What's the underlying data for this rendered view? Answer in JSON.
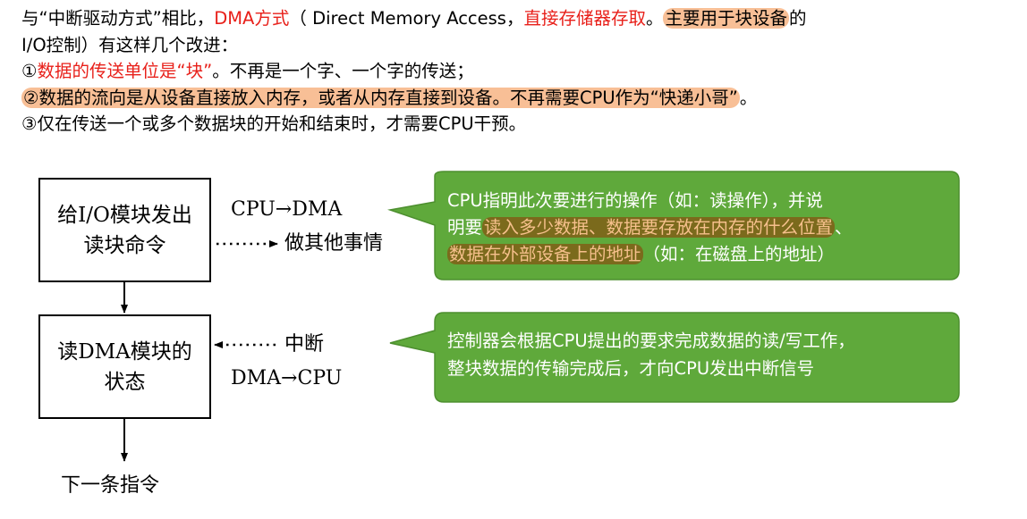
{
  "intro": {
    "lead": "与“中断驱动方式”相比，",
    "dma_term": "DMA方式",
    "paren_open": "（ Direct Memory Access，",
    "dma_meaning": "直接存储器存取",
    "period": "。",
    "main_use": "主要用于块设备",
    "tail": "的",
    "line2": "I/O控制）有这样几个改进："
  },
  "points": [
    {
      "marker": "①",
      "highlight": "数据的传送单位是“块”",
      "rest": "。不再是一个字、一个字的传送；"
    },
    {
      "text": "②数据的流向是从设备直接放入内存，或者从内存直接到设备。不再需要CPU作为“快递小哥”",
      "end": "。"
    },
    {
      "text": "③仅在传送一个或多个数据块的开始和结束时，才需要CPU干预。"
    }
  ],
  "flow": {
    "box1": {
      "line1": "给I/O模块发出",
      "line2": "读块命令"
    },
    "box2": {
      "line1": "读DMA模块的",
      "line2": "状态"
    },
    "cpu_to_dma": "CPU→DMA",
    "do_other": "做其他事情",
    "interrupt": "中断",
    "dma_to_cpu": "DMA→CPU",
    "next": "下一条指令"
  },
  "callouts": {
    "top": {
      "l1": "CPU指明此次要进行的操作（如：读操作），并说",
      "l2_pre": "明要",
      "l2_hl": "读入多少数据、数据要存放在内存的什么位置",
      "l2_post": "、",
      "l3_hl": "数据在外部设备上的地址",
      "l3_post": "（如：在磁盘上的地址）"
    },
    "bottom": {
      "l1": "控制器会根据CPU提出的要求完成数据的读/写工作，",
      "l2": "整块数据的传输完成后，才向CPU发出中断信号"
    }
  },
  "colors": {
    "red_text": "#e8201a",
    "highlight": "#f8bf96",
    "callout_fill": "#5fa93b",
    "callout_border": "#4d8f2f"
  }
}
